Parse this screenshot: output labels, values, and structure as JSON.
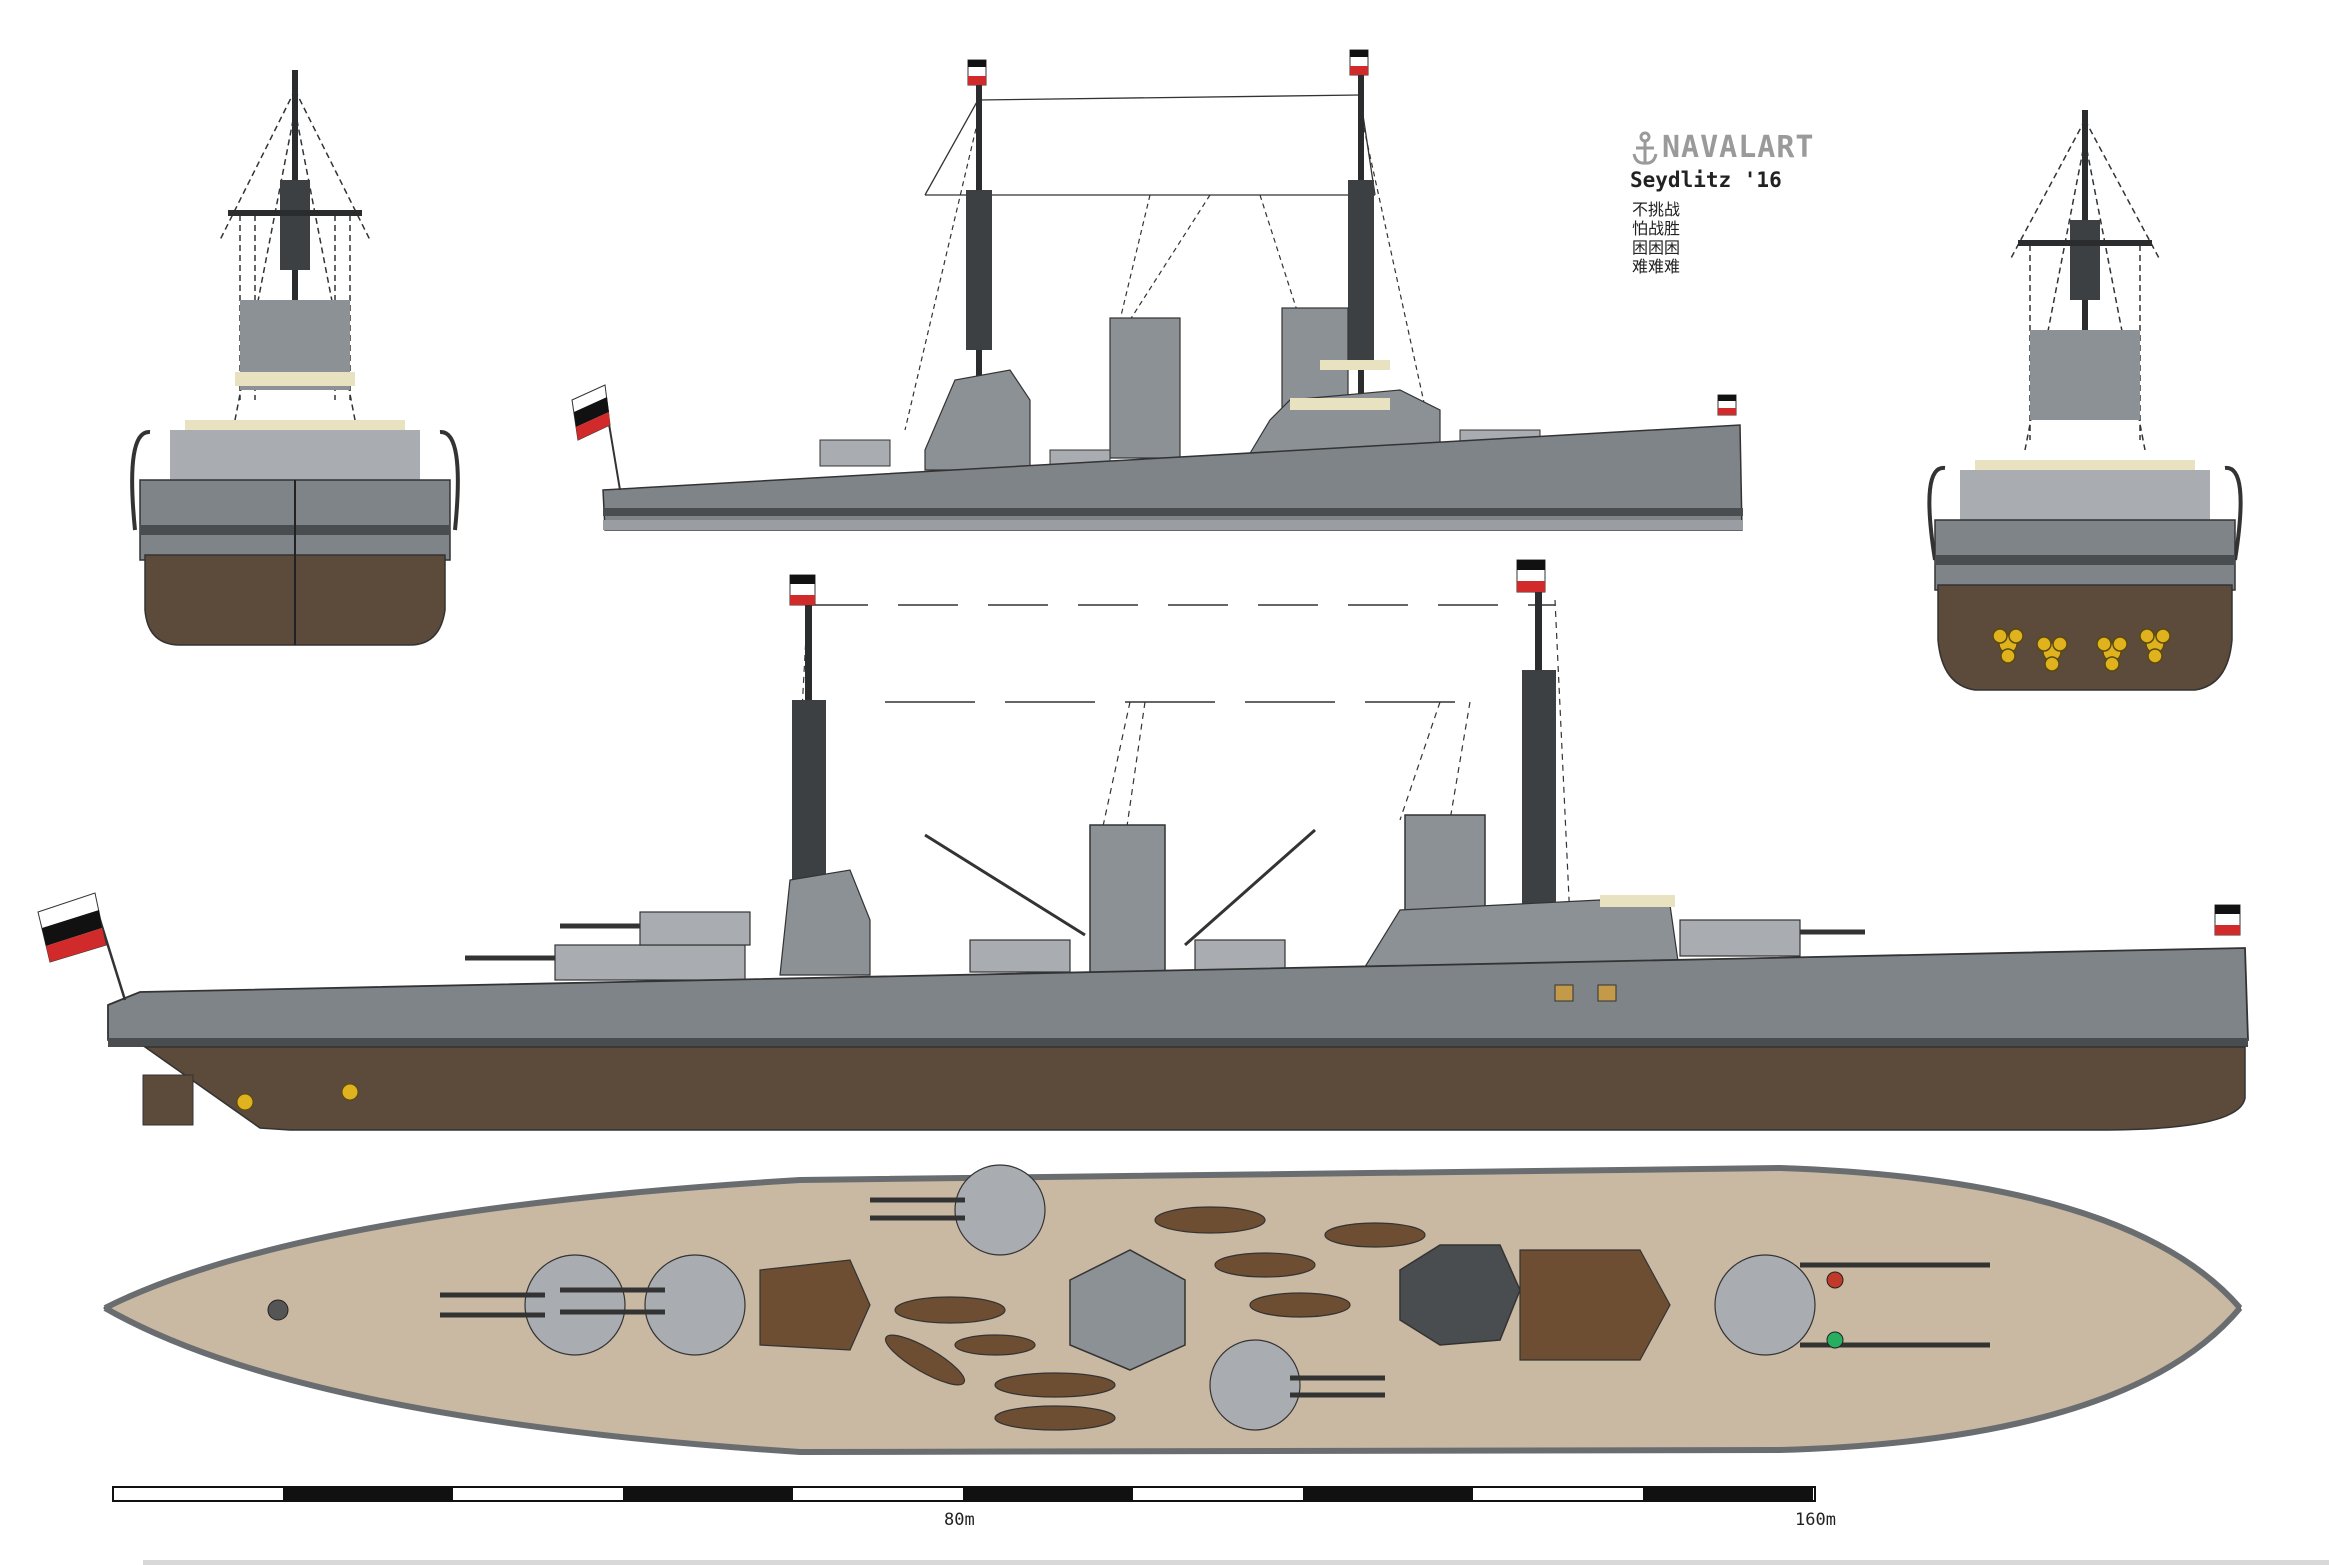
{
  "watermark": {
    "brand": "NAVALART",
    "icon": "anchor-icon"
  },
  "ship": {
    "title": "Seydlitz '16"
  },
  "notes": [
    "不挑战",
    "怕战胜",
    "困困困",
    "难难难"
  ],
  "scale": {
    "unit": "m",
    "labels": [
      "80m",
      "160m"
    ],
    "segments": 10
  },
  "colors": {
    "hull_grey": "#7f8489",
    "hull_dark": "#4a4d50",
    "below_waterline": "#5c4a3b",
    "deck_wood": "#c9b9a3",
    "turret_grey": "#a9adb1",
    "boat_brown": "#6e4e33",
    "canvas_cream": "#e8e2c0",
    "propeller_yellow": "#e0b21e",
    "flag_black": "#111111",
    "flag_white": "#ffffff",
    "flag_red": "#d12a2a"
  },
  "views": [
    "front-view",
    "side-view-small",
    "rear-view",
    "side-view-main",
    "top-view"
  ]
}
